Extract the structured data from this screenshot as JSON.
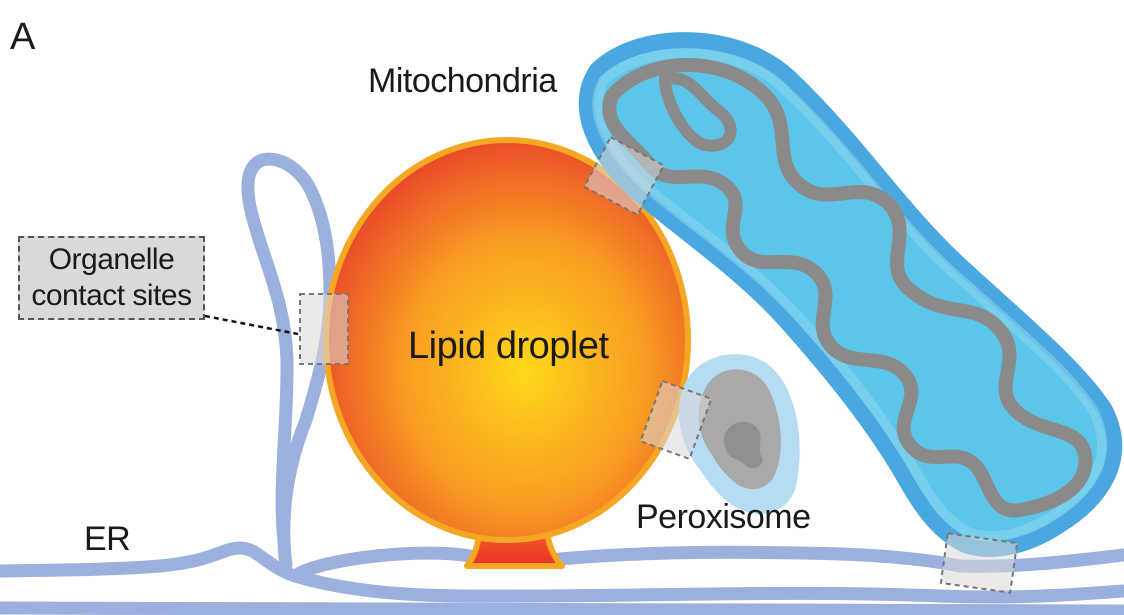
{
  "panel_label": "A",
  "labels": {
    "mitochondria": "Mitochondria",
    "lipid_droplet": "Lipid droplet",
    "peroxisome": "Peroxisome",
    "er": "ER",
    "contact_sites_line1": "Organelle",
    "contact_sites_line2": "contact sites"
  },
  "colors": {
    "er_membrane": "#9bb0dc",
    "lipid_droplet_outline": "#f5a623",
    "lipid_droplet_center": "#ffd21a",
    "lipid_droplet_edge": "#e8402a",
    "mitochondria_outer": "#4aa8e0",
    "mitochondria_matrix": "#5cc6ea",
    "mitochondria_cristae": "#8a8a8a",
    "peroxisome_halo": "#b5dcf3",
    "peroxisome_body": "#a9a9a9",
    "contact_site_box": "#d9d9d9"
  }
}
